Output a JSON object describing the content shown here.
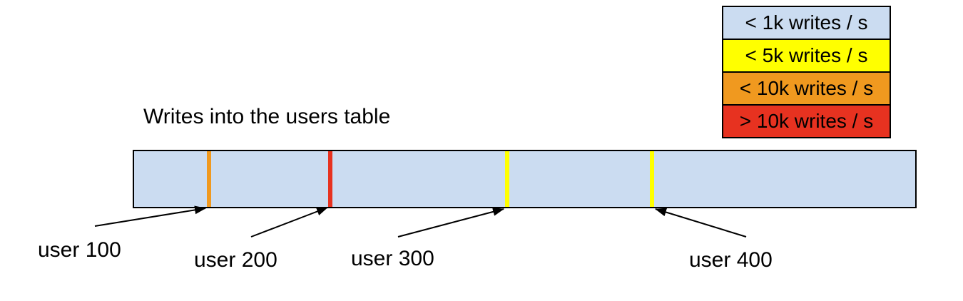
{
  "title": "Writes into the users table",
  "colors": {
    "background": "#ffffff",
    "outline": "#000000",
    "bar_fill": "#cbdcf1",
    "yellow": "#ffff00",
    "orange": "#f0991f",
    "red": "#e73220"
  },
  "legend": {
    "items": [
      {
        "label": "< 1k writes / s",
        "color": "#cbdcf1"
      },
      {
        "label": "< 5k writes / s",
        "color": "#ffff00"
      },
      {
        "label": "< 10k writes / s",
        "color": "#f0991f"
      },
      {
        "label": "> 10k writes / s",
        "color": "#e73220"
      }
    ]
  },
  "bar": {
    "markers": [
      {
        "label": "user 100",
        "rate": "< 10k writes / s",
        "color": "#f0991f"
      },
      {
        "label": "user 200",
        "rate": "> 10k writes / s",
        "color": "#e73220"
      },
      {
        "label": "user 300",
        "rate": "< 5k writes / s",
        "color": "#ffff00"
      },
      {
        "label": "user 400",
        "rate": "< 5k writes / s",
        "color": "#ffff00"
      }
    ]
  }
}
